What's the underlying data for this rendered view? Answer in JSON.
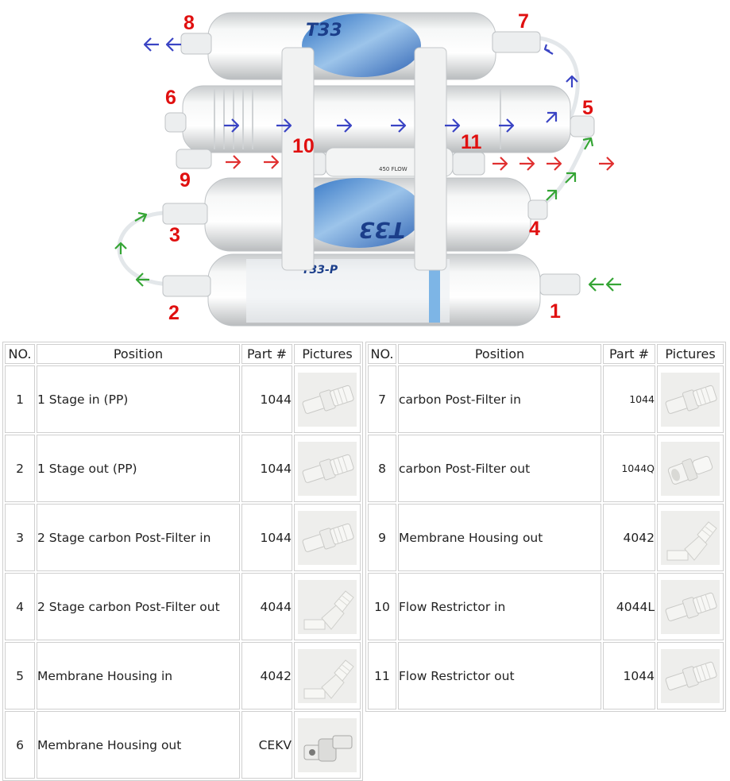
{
  "diagram": {
    "labels": [
      "1",
      "2",
      "3",
      "4",
      "5",
      "6",
      "7",
      "8",
      "9",
      "10",
      "11"
    ],
    "cartridges": {
      "top_brand": "T33",
      "middle_brand": "T33",
      "bottom_brand": "T33-P",
      "flow_restrictor_text": "450 FLOW"
    },
    "arrow_colors": {
      "in": "#35a535",
      "membrane": "#3a44c4",
      "drain": "#e03030"
    }
  },
  "table_headers": {
    "no": "NO.",
    "position": "Position",
    "part": "Part #",
    "pictures": "Pictures"
  },
  "parts_left": [
    {
      "no": "1",
      "position": "1 Stage in (PP)",
      "part": "1044",
      "picture": "straight-connector-icon"
    },
    {
      "no": "2",
      "position": "1 Stage out (PP)",
      "part": "1044",
      "picture": "straight-connector-icon"
    },
    {
      "no": "3",
      "position": "2 Stage carbon Post-Filter in",
      "part": "1044",
      "picture": "straight-connector-icon"
    },
    {
      "no": "4",
      "position": "2 Stage carbon Post-Filter out",
      "part": "4044",
      "picture": "elbow-connector-icon"
    },
    {
      "no": "5",
      "position": "Membrane Housing in",
      "part": "4042",
      "picture": "elbow-connector-icon"
    },
    {
      "no": "6",
      "position": "Membrane Housing out",
      "part": "CEKV",
      "picture": "check-valve-elbow-icon"
    }
  ],
  "parts_right": [
    {
      "no": "7",
      "position": "carbon Post-Filter in",
      "part": "1044",
      "picture": "straight-connector-icon"
    },
    {
      "no": "8",
      "position": "carbon Post-Filter out",
      "part": "1044Q",
      "picture": "quick-connector-icon"
    },
    {
      "no": "9",
      "position": "Membrane Housing out",
      "part": "4042",
      "picture": "elbow-connector-icon"
    },
    {
      "no": "10",
      "position": "Flow Restrictor in",
      "part": "4044L",
      "picture": "straight-connector-icon"
    },
    {
      "no": "11",
      "position": "Flow Restrictor out",
      "part": "1044",
      "picture": "straight-connector-icon"
    }
  ]
}
